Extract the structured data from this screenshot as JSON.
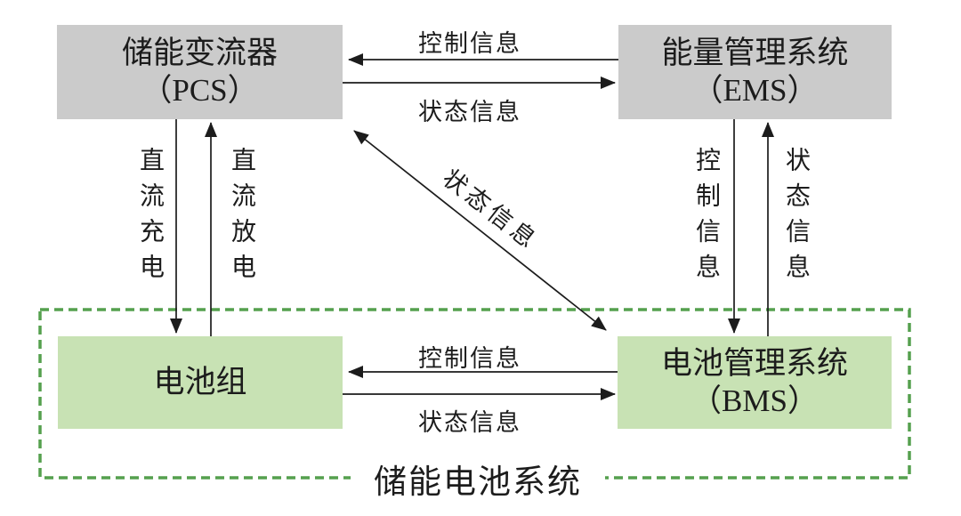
{
  "diagram": {
    "nodes": {
      "pcs": {
        "line1": "储能变流器",
        "line2": "（PCS）"
      },
      "ems": {
        "line1": "能量管理系统",
        "line2": "（EMS）"
      },
      "battery": {
        "line1": "电池组"
      },
      "bms": {
        "line1": "电池管理系统",
        "line2": "（BMS）"
      }
    },
    "labels": {
      "ems_to_pcs_control": "控制信息",
      "pcs_to_ems_status": "状态信息",
      "dc_charge": "直流充电",
      "dc_discharge": "直流放电",
      "bms_to_pcs_status": "状态信息",
      "ems_to_bms_control": "控制信息",
      "bms_to_ems_status": "状态信息",
      "bms_to_battery_control": "控制信息",
      "battery_to_bms_status": "状态信息",
      "group": "储能电池系统"
    },
    "colors": {
      "node_gray": "#cbcbcb",
      "node_green": "#c8e2b4",
      "group_green": "#55a04e",
      "ink": "#1c1c1c"
    }
  }
}
